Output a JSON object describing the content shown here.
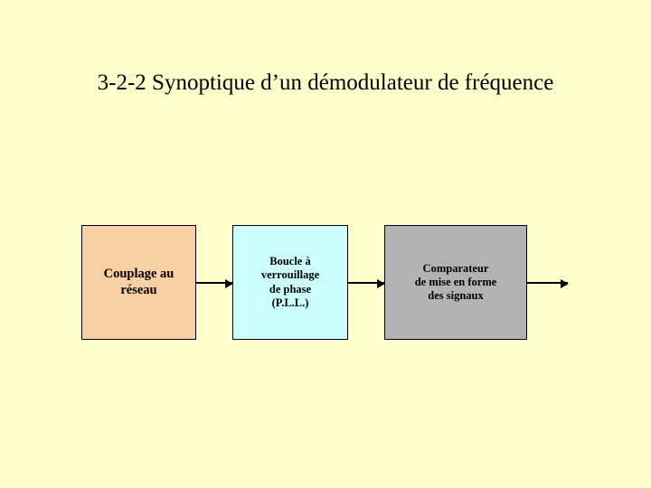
{
  "slide": {
    "background_color": "#ffffcc",
    "title": "3-2-2 Synoptique d’un démodulateur de fréquence"
  },
  "diagram": {
    "type": "block-flow",
    "boxes": [
      {
        "id": "coupling",
        "lines": [
          "Couplage au",
          "réseau"
        ],
        "fill": "#fbcfa4",
        "border": "#000000"
      },
      {
        "id": "pll",
        "lines": [
          "Boucle à",
          "verrouillage",
          "de phase",
          "(P.L.L.)"
        ],
        "fill": "#ccffff",
        "border": "#000000"
      },
      {
        "id": "comparator",
        "lines": [
          "Comparateur",
          "de mise en forme",
          "des signaux"
        ],
        "fill": "#b3b3b3",
        "border": "#000000"
      }
    ],
    "arrows": [
      {
        "id": "arrow-coupling-to-pll",
        "color": "#000000"
      },
      {
        "id": "arrow-pll-to-comparator",
        "color": "#000000"
      },
      {
        "id": "arrow-comparator-out",
        "color": "#000000"
      }
    ]
  }
}
